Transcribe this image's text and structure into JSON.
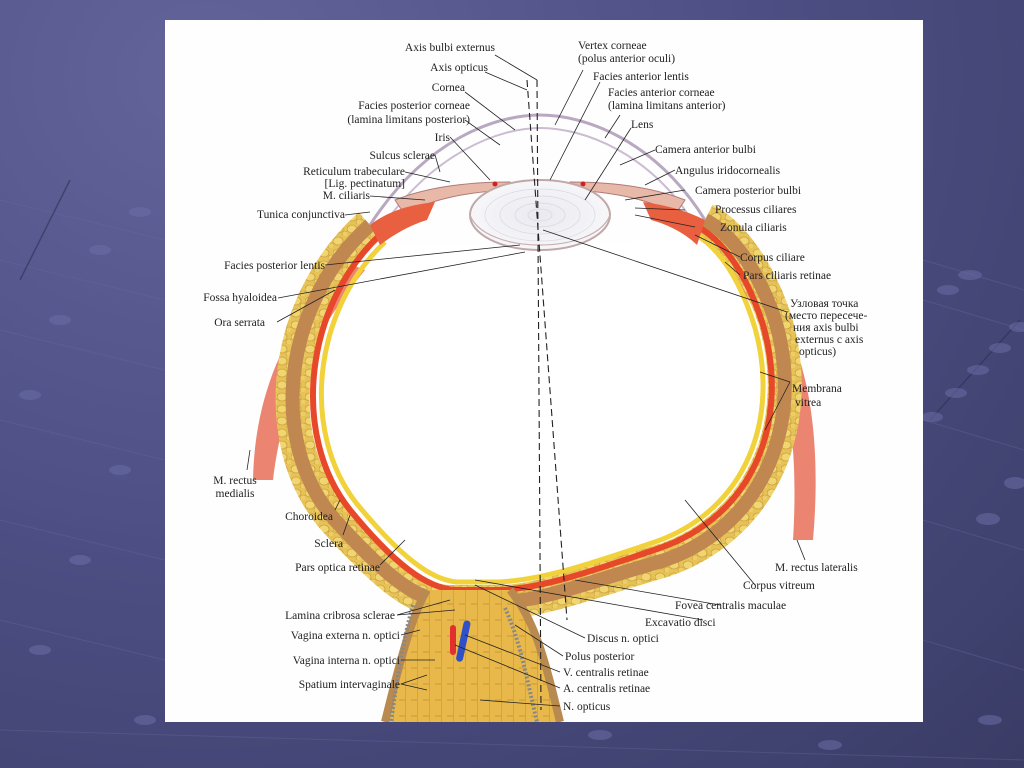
{
  "slide": {
    "subject": "Eyeball anatomy (horizontal section)",
    "background_color": "#4e5086",
    "panel_color": "#fefefe"
  },
  "labels": {
    "axis_bulbi_externus": "Axis bulbi  externus",
    "axis_opticus": "Axis opticus",
    "cornea": "Cornea",
    "facies_posterior_corneae_1": "Facies posterior corneae",
    "facies_posterior_corneae_2": "(lamina limitans posterior)",
    "iris": "Iris",
    "sulcus_sclerae": "Sulcus sclerae",
    "reticulum_1": "Reticulum trabeculare",
    "reticulum_2": "[Lig. pectinatum]",
    "m_ciliaris": "M. ciliaris",
    "tunica_conjunctiva": "Tunica conjunctiva",
    "vertex_corneae_1": "Vertex corneae",
    "vertex_corneae_2": "(polus anterior oculi)",
    "facies_anterior_lentis": "Facies anterior lentis",
    "facies_anterior_corneae_1": "Facies anterior corneae",
    "facies_anterior_corneae_2": "(lamina limitans anterior)",
    "lens": "Lens",
    "camera_anterior_bulbi": "Camera anterior bulbi",
    "angulus_iridocornealis": "Angulus iridocornealis",
    "camera_posterior_bulbi": "Camera posterior bulbi",
    "processus_ciliares": "Processus ciliares",
    "zonula_ciliaris": "Zonula ciliaris",
    "corpus_ciliare": "Corpus ciliare",
    "pars_ciliaris_retinae": "Pars ciliaris retinae",
    "facies_posterior_lentis": "Facies posterior lentis",
    "fossa_hyaloidea": "Fossa hyaloidea",
    "ora_serrata": "Ora serrata",
    "nodal_point_1": "Узловая точка",
    "nodal_point_2": "(место пересече-",
    "nodal_point_3": "ния  axis bulbi",
    "nodal_point_4": "externus с axis",
    "nodal_point_5": "opticus)",
    "membrana_vitrea_1": "Membrana",
    "membrana_vitrea_2": "vitrea",
    "m_rectus_medialis_1": "M. rectus",
    "m_rectus_medialis_2": "medialis",
    "choroidea": "Choroidea",
    "sclera": "Sclera",
    "pars_optica_retinae": "Pars optica retinae",
    "m_rectus_lateralis": "M. rectus lateralis",
    "corpus_vitreum": "Corpus vitreum",
    "fovea_centralis": "Fovea centralis maculae",
    "excavatio_disci": "Excavatio disci",
    "lamina_cribrosa": "Lamina cribrosa sclerae",
    "discus_n_optici": "Discus n. optici",
    "vagina_externa": "Vagina externa n. optici",
    "polus_posterior": "Polus posterior",
    "vagina_interna": "Vagina interna n. optici",
    "v_centralis": "V. centralis retinae",
    "spatium_intervaginale": "Spatium intervaginale",
    "a_centralis": "A. centralis retinae",
    "n_opticus": "N. opticus"
  }
}
